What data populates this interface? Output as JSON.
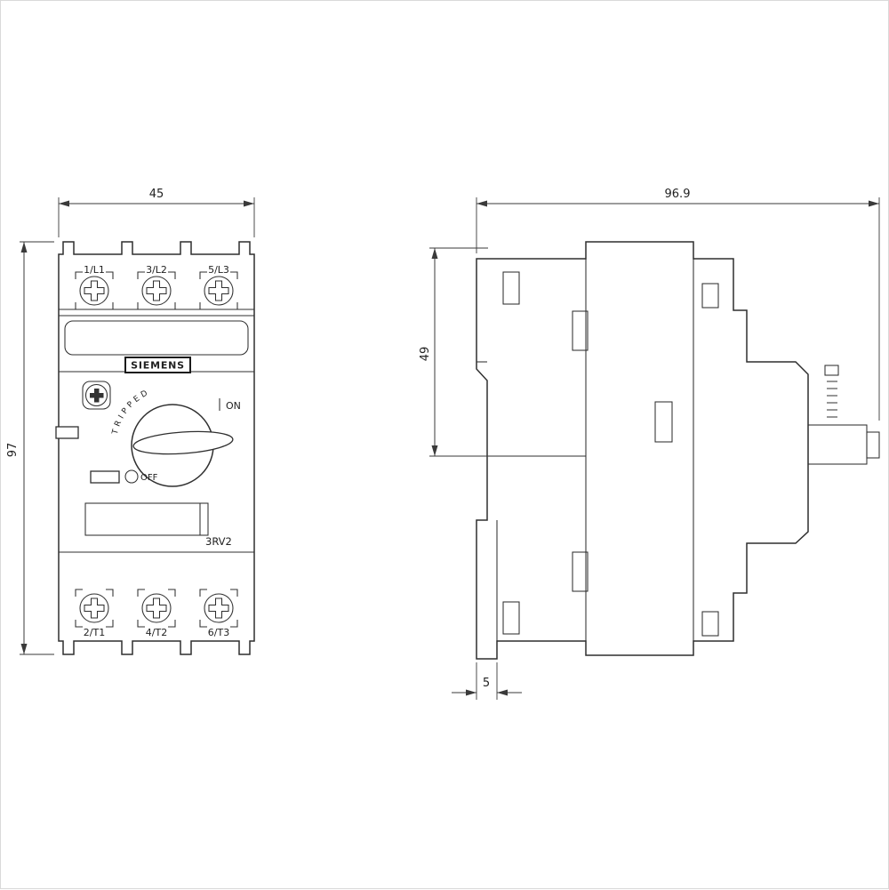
{
  "meta": {
    "drawing_type": "dimensional drawing, front and side view",
    "line_color": "#2f2f2f",
    "background": "#ffffff"
  },
  "front_view": {
    "dims": {
      "width": "45",
      "height": "97"
    },
    "brand": "SIEMENS",
    "model": "3RV2",
    "terminals_top": [
      "1/L1",
      "3/L2",
      "5/L3"
    ],
    "terminals_bottom": [
      "2/T1",
      "4/T2",
      "6/T3"
    ],
    "switch": {
      "on": "ON",
      "off": "OFF",
      "tripped": "TRIPPED"
    }
  },
  "side_view": {
    "dims": {
      "depth": "96.9",
      "upper_height": "49",
      "rail_offset": "5"
    }
  }
}
